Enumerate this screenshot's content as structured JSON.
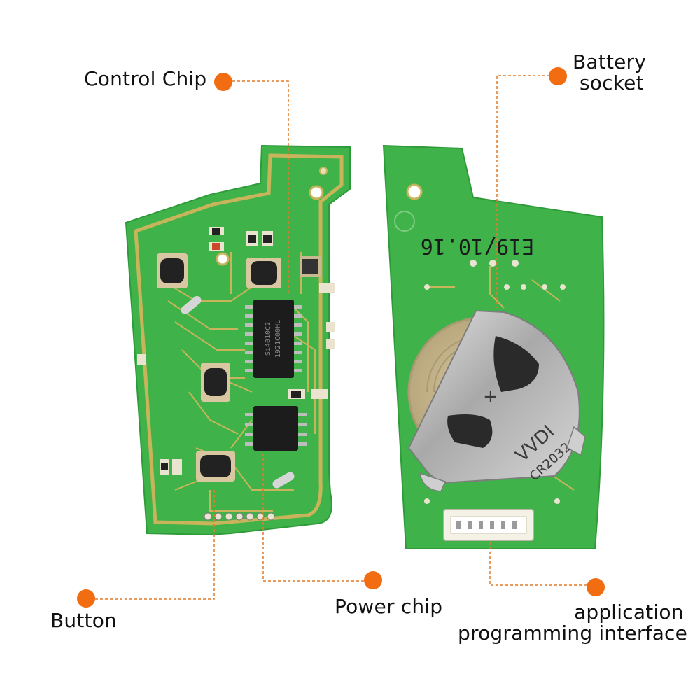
{
  "callouts": {
    "control_chip": "Control Chip",
    "battery_socket_line1": "Battery",
    "battery_socket_line2": "socket",
    "button": "Button",
    "power_chip": "Power chip",
    "api_line1": "application",
    "api_line2": "programming interface"
  },
  "board_markings": {
    "date_code": "E19/10.16",
    "chip_line1": "Si4010C2",
    "chip_line2": "1921C00HL",
    "battery_brand": "VVDI",
    "battery_model": "CR2032"
  },
  "colors": {
    "pcb_green": "#3fb34a",
    "trace_gold": "#c8b45a",
    "callout_orange": "#f26c12",
    "battery_silver": "#b9b9b9"
  }
}
